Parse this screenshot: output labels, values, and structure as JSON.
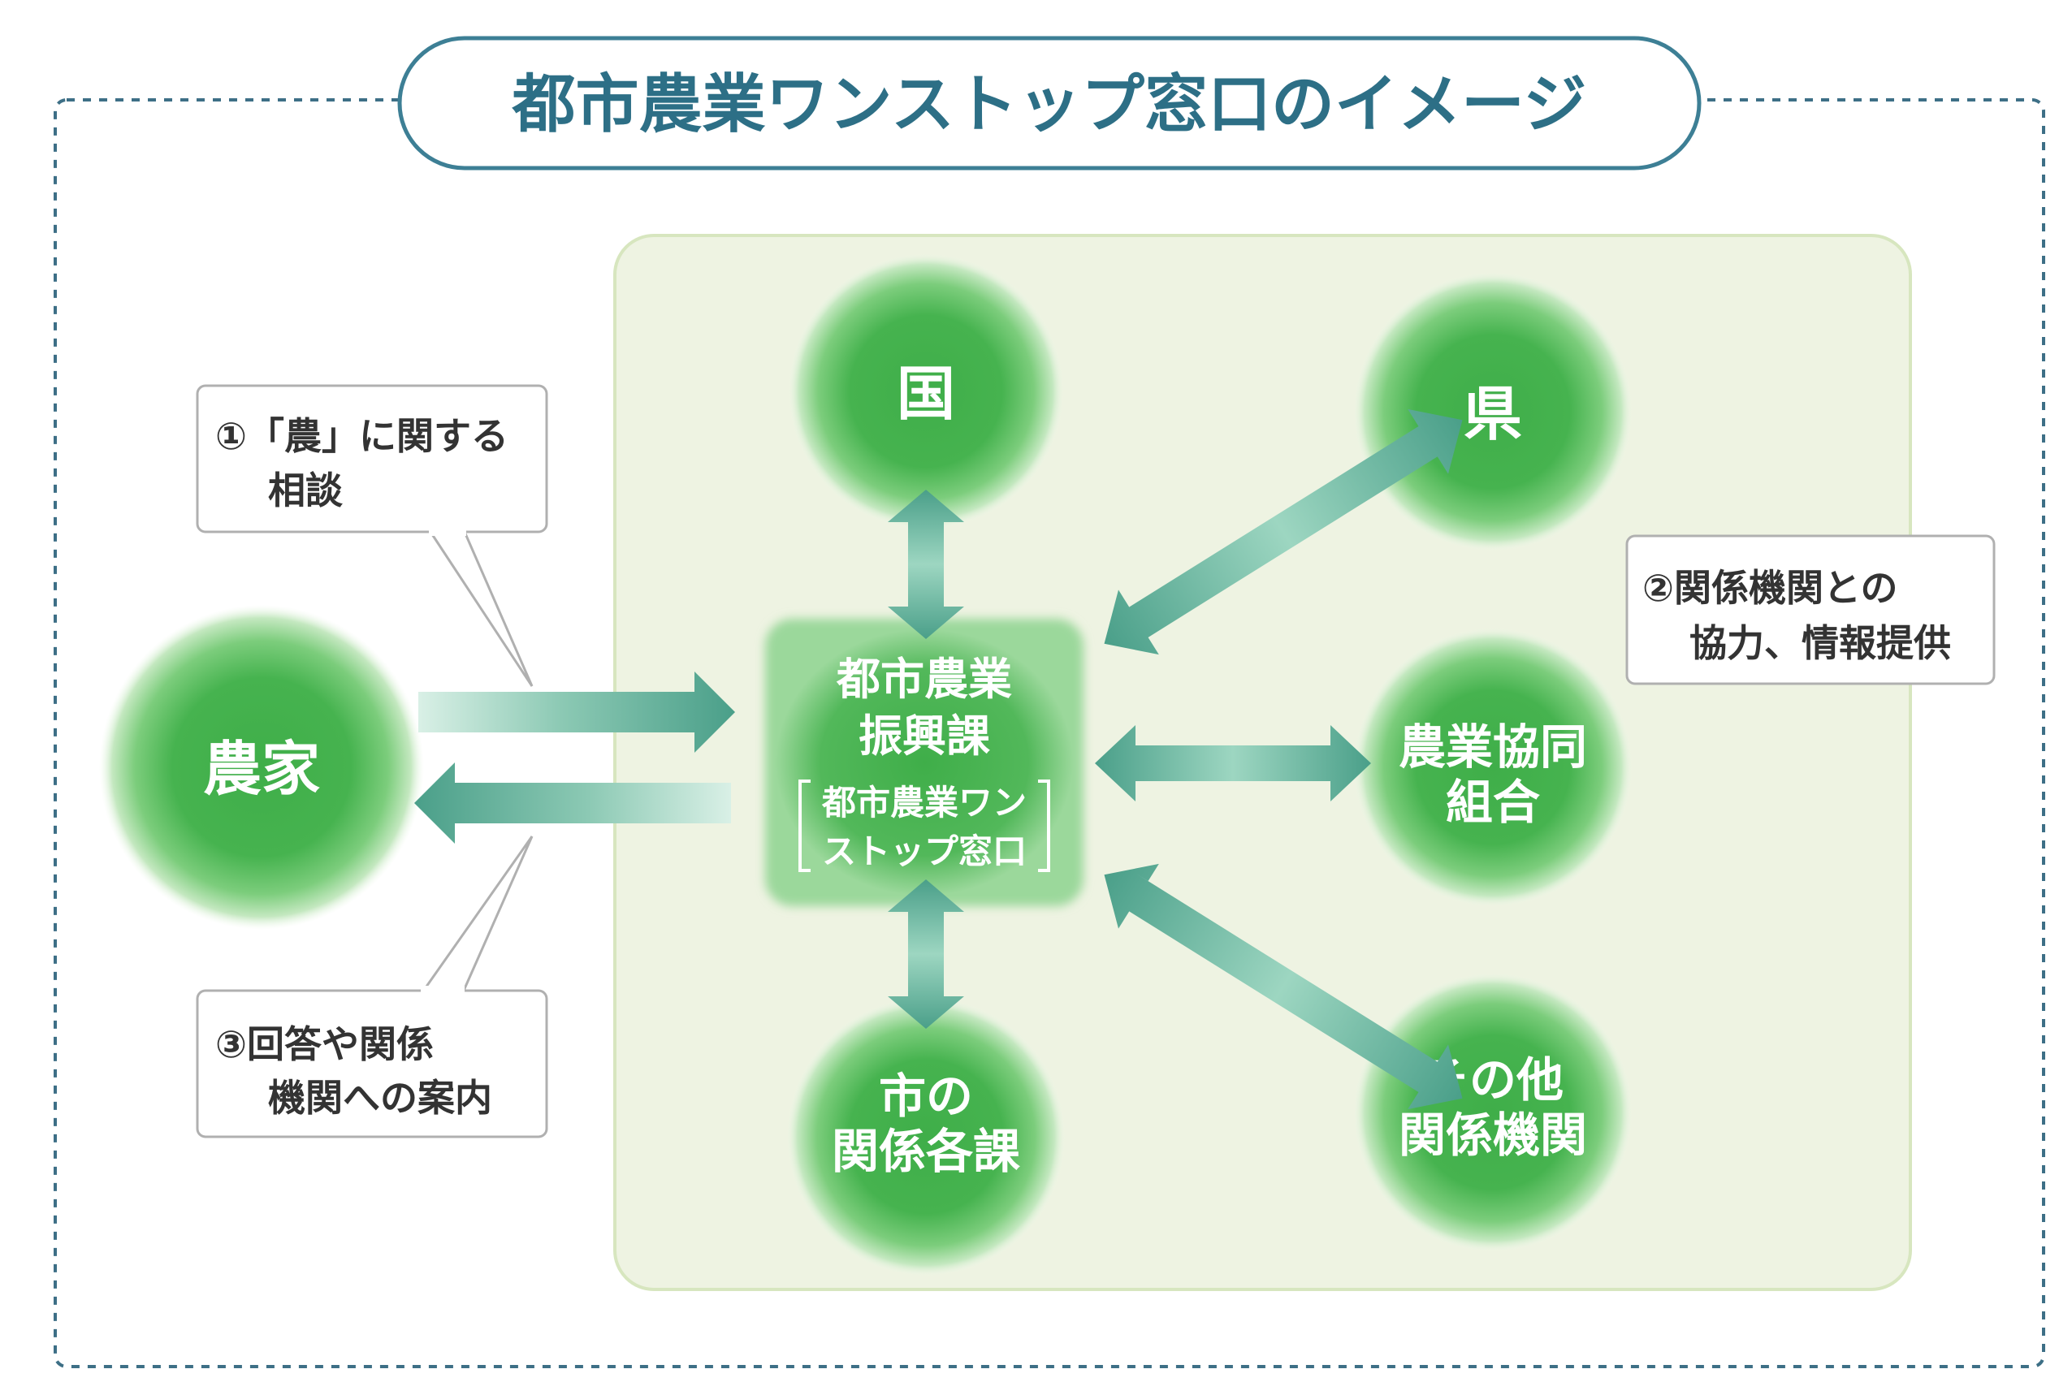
{
  "title": "都市農業ワンストップ窓口のイメージ",
  "colors": {
    "title_text": "#2d6f86",
    "title_border": "#3d7f95",
    "frame_border": "#3d6f86",
    "panel_fill": "#eef3e2",
    "panel_border": "#d7e6bf",
    "node_green": "#3fb04b",
    "node_green_light": "#7ecf7e",
    "arrow_teal": "#4fa894",
    "arrow_light": "#a8dac6",
    "note_border": "#b0b0b0"
  },
  "center": {
    "line1": "都市農業",
    "line2": "振興課",
    "line3": "都市農業ワン",
    "line4": "ストップ窓口"
  },
  "nodes": {
    "farmer": "農家",
    "national": "国",
    "prefecture": "県",
    "ja_line1": "農業協同",
    "ja_line2": "組合",
    "city_line1": "市の",
    "city_line2": "関係各課",
    "other_line1": "その他",
    "other_line2": "関係機関"
  },
  "notes": {
    "consult_line1": "①「農」に関する",
    "consult_line2": "相談",
    "cooperate_line1": "②関係機関との",
    "cooperate_line2": "協力、情報提供",
    "answer_line1": "③回答や関係",
    "answer_line2": "機関への案内"
  }
}
